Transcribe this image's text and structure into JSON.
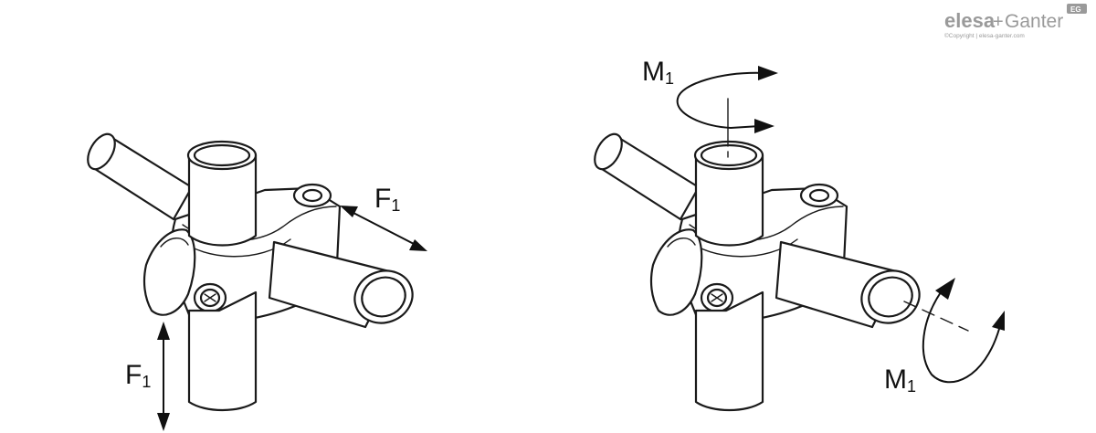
{
  "logo": {
    "brand_part1": "elesa",
    "brand_plus": "+",
    "brand_part2": "Ganter",
    "badge": "EG",
    "copyright": "©Copyright | elesa-ganter.com"
  },
  "left_figure": {
    "force_label_horizontal": {
      "main": "F",
      "sub": "1"
    },
    "force_label_vertical": {
      "main": "F",
      "sub": "1"
    }
  },
  "right_figure": {
    "moment_label_vertical": {
      "main": "M",
      "sub": "1"
    },
    "moment_label_horizontal": {
      "main": "M",
      "sub": "1"
    }
  },
  "colors": {
    "line": "#1a1a1a",
    "logo": "#9a9a9a",
    "background": "#ffffff"
  }
}
